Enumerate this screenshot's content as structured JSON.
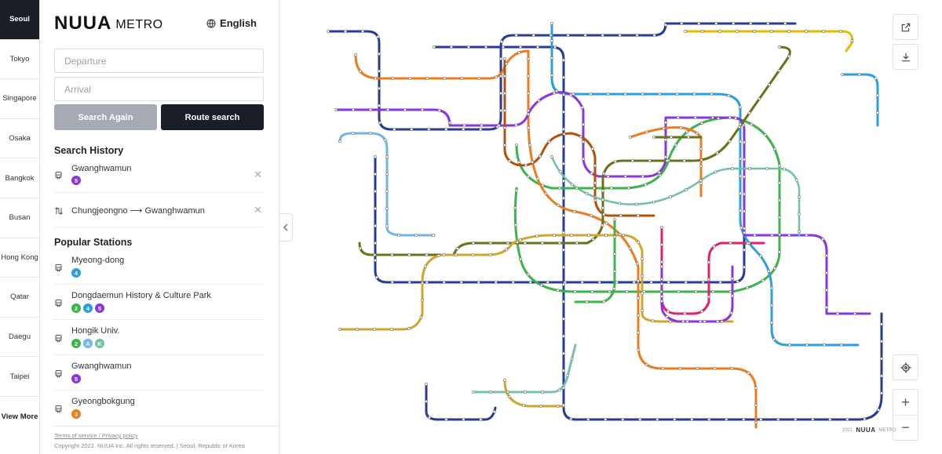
{
  "cities": [
    "Seoul",
    "Tokyo",
    "Singapore",
    "Osaka",
    "Bangkok",
    "Busan",
    "Hong Kong",
    "Qatar",
    "Daegu",
    "Taipei",
    "View More"
  ],
  "active_city": "Seoul",
  "brand": {
    "logo": "NUUA",
    "sub": "METRO"
  },
  "language": {
    "label": "English",
    "icon": "globe-icon"
  },
  "search": {
    "departure_placeholder": "Departure",
    "arrival_placeholder": "Arrival",
    "search_again_label": "Search Again",
    "route_search_label": "Route search"
  },
  "history": {
    "title": "Search History",
    "items": [
      {
        "name": "Gwanghwamun",
        "icon": "train-icon",
        "lines": [
          "5"
        ]
      },
      {
        "name": "Chungjeongno ⟶ Gwanghwamun",
        "icon": "route-icon",
        "lines": []
      }
    ]
  },
  "popular": {
    "title": "Popular Stations",
    "items": [
      {
        "name": "Myeong-dong",
        "lines": [
          "4"
        ]
      },
      {
        "name": "Dongdaemun History & Culture Park",
        "lines": [
          "2",
          "4",
          "5"
        ]
      },
      {
        "name": "Hongik Univ.",
        "lines": [
          "2",
          "A",
          "K"
        ]
      },
      {
        "name": "Gwanghwamun",
        "lines": [
          "5"
        ]
      },
      {
        "name": "Gyeongbokgung",
        "lines": [
          "3"
        ]
      }
    ]
  },
  "line_colors": {
    "1": "#263c96",
    "2": "#3cb44a",
    "3": "#ef7c1c",
    "4": "#2c9ede",
    "5": "#8936e0",
    "6": "#b5500b",
    "7": "#697215",
    "8": "#e51e6e",
    "9": "#d1a62c",
    "A": "#73b6e4",
    "K": "#6fc4a0",
    "S": "#e6b800",
    "G": "#77c4a3"
  },
  "footer": {
    "terms": "Terms of service / Privacy policy",
    "copyright": "Copyright 2022. NUUA Inc. All rights reserved. | Seoul, Republic of Korea"
  },
  "map": {
    "logo_prefix": "2021",
    "logo_brand": "NUUA",
    "logo_sub": "METRO"
  }
}
